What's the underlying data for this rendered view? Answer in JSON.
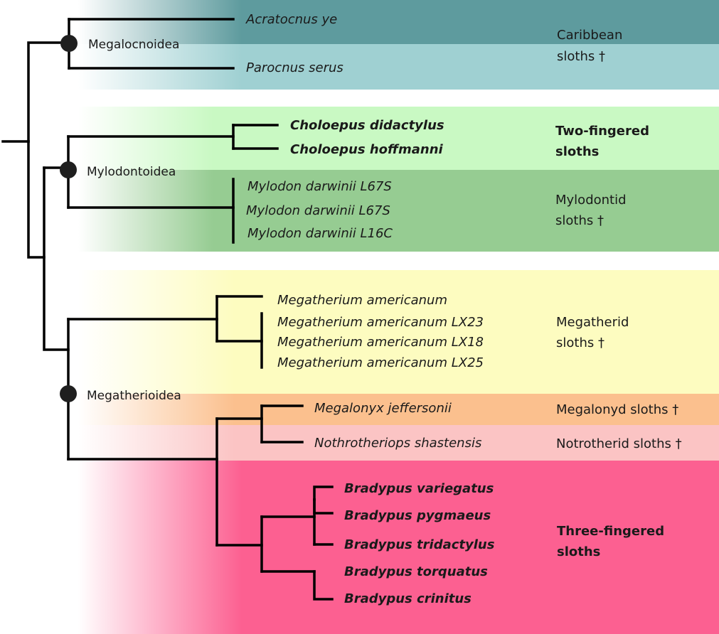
{
  "colors": {
    "caribbean_dark": "#5e9b9e",
    "caribbean_light": "#9fd0d2",
    "two_fingered": "#c9f9c3",
    "mylodontid": "#96cc92",
    "megatherid": "#fdfcc0",
    "megalonyd": "#fbc08e",
    "notrotherid": "#fbc4c4",
    "three_fingered": "#fc6091"
  },
  "clades": [
    {
      "name": "Megalocnoidea"
    },
    {
      "name": "Mylodontoidea"
    },
    {
      "name": "Megatherioidea"
    }
  ],
  "taxa": [
    {
      "name": "Acratocnus ye",
      "bold": false
    },
    {
      "name": "Parocnus serus",
      "bold": false
    },
    {
      "name": "Choloepus didactylus",
      "bold": true
    },
    {
      "name": "Choloepus hoffmanni",
      "bold": true
    },
    {
      "name": "Mylodon darwinii L67S",
      "bold": false
    },
    {
      "name": "Mylodon darwinii L67S",
      "bold": false
    },
    {
      "name": "Mylodon darwinii L16C",
      "bold": false
    },
    {
      "name": "Megatherium americanum",
      "bold": false
    },
    {
      "name": "Megatherium americanum LX23",
      "bold": false
    },
    {
      "name": "Megatherium americanum LX18",
      "bold": false
    },
    {
      "name": "Megatherium americanum LX25",
      "bold": false
    },
    {
      "name": "Megalonyx jeffersonii",
      "bold": false
    },
    {
      "name": "Nothrotheriops shastensis",
      "bold": false
    },
    {
      "name": "Bradypus variegatus",
      "bold": true
    },
    {
      "name": "Bradypus pygmaeus",
      "bold": true
    },
    {
      "name": "Bradypus tridactylus",
      "bold": true
    },
    {
      "name": "Bradypus torquatus",
      "bold": true
    },
    {
      "name": "Bradypus crinitus",
      "bold": true
    }
  ],
  "groups": [
    {
      "lines": [
        "Caribbean",
        "sloths †"
      ],
      "bold": false
    },
    {
      "lines": [
        "Two-fingered",
        "sloths"
      ],
      "bold": true
    },
    {
      "lines": [
        "Mylodontid",
        "sloths †"
      ],
      "bold": false
    },
    {
      "lines": [
        "Megatherid",
        "sloths †"
      ],
      "bold": false
    },
    {
      "lines": [
        "Megalonyd sloths †"
      ],
      "bold": false
    },
    {
      "lines": [
        "Notrotherid sloths †"
      ],
      "bold": false
    },
    {
      "lines": [
        "Three-fingered",
        " sloths"
      ],
      "bold": true
    }
  ]
}
